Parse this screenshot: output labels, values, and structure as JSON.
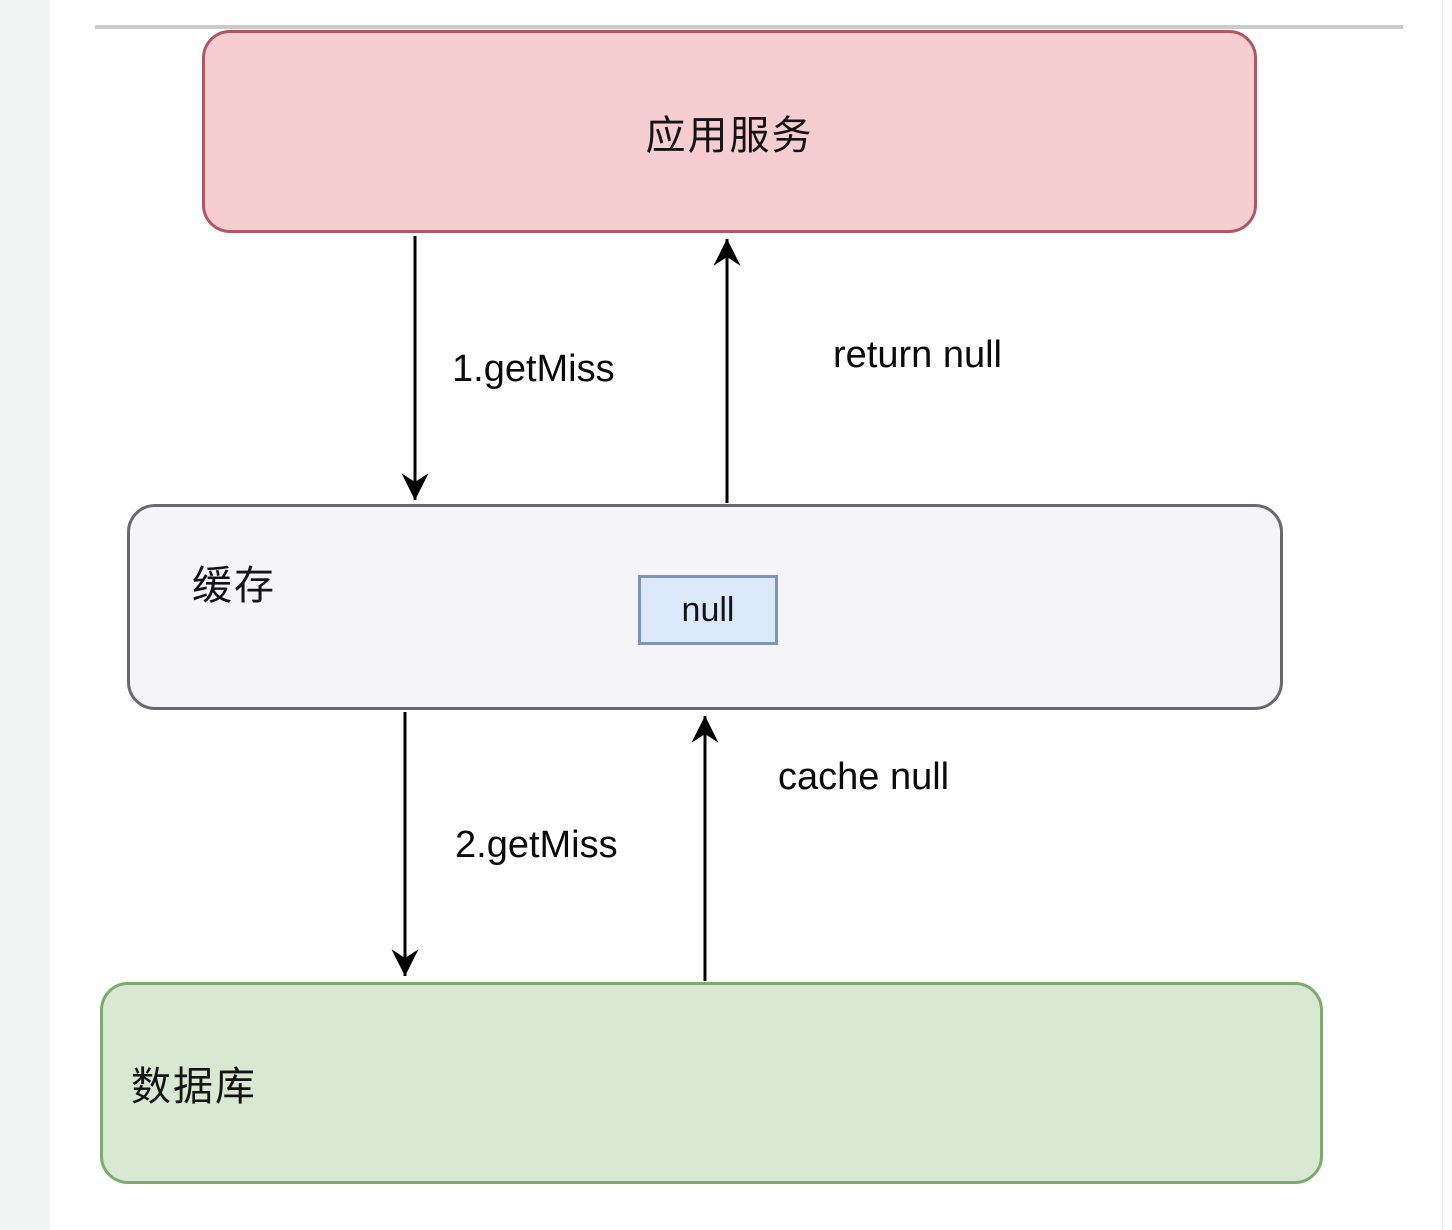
{
  "diagram": {
    "title": "cache miss null-caching flow",
    "nodes": {
      "app_service": {
        "label": "应用服务"
      },
      "cache": {
        "label": "缓存"
      },
      "cache_value": {
        "label": "null"
      },
      "database": {
        "label": "数据库"
      }
    },
    "edges": {
      "get_miss_1": {
        "label": "1.getMiss",
        "from": "app_service",
        "to": "cache",
        "direction": "down"
      },
      "return_null": {
        "label": "return null",
        "from": "cache",
        "to": "app_service",
        "direction": "up"
      },
      "get_miss_2": {
        "label": "2.getMiss",
        "from": "cache",
        "to": "database",
        "direction": "down"
      },
      "cache_null": {
        "label": "cache null",
        "from": "database",
        "to": "cache",
        "direction": "up"
      }
    },
    "colors": {
      "app_service_fill": "#f6ced2",
      "app_service_border": "#b05860",
      "cache_fill": "#f5f5f7",
      "cache_border": "#68686d",
      "null_fill": "#dce9fa",
      "null_border": "#7e95ba",
      "database_fill": "#d8e8d2",
      "database_border": "#80aa6c",
      "arrow": "#000000"
    }
  }
}
